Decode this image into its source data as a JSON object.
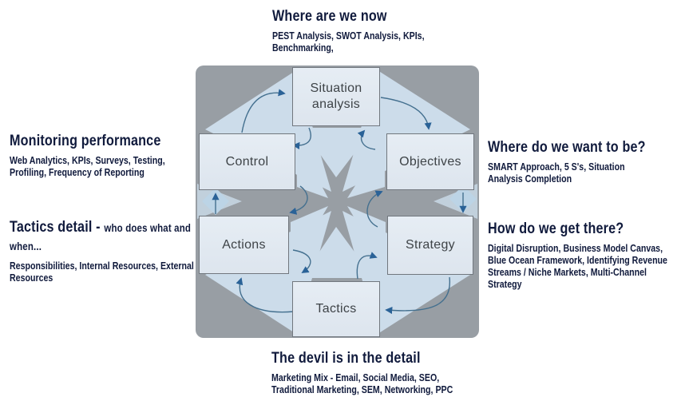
{
  "colors": {
    "navy": "#101a3c",
    "box_fill": "#dde5ee",
    "box_fill_light": "#e6edf4",
    "box_border": "#71777e",
    "box_text": "#3e4347",
    "bg_gray": "#989ea4",
    "wedge_blue": "#ccdcea",
    "diamond_blue": "#bcd4e6",
    "arrow": "#44708f",
    "arrowhead": "#2a6297"
  },
  "notes": {
    "top": {
      "title": "Where are we now",
      "lines": [
        "PEST Analysis, SWOT Analysis, KPIs,",
        "Benchmarking,"
      ]
    },
    "left_top": {
      "title": "Monitoring performance",
      "lines": [
        "Web Analytics, KPIs, Surveys, Testing,",
        "Profiling, Frequency of Reporting"
      ]
    },
    "left_bottom": {
      "title": "Tactics detail - ",
      "title_suffix": "who does what and when...",
      "lines": [
        "Responsibilities, Internal Resources, External",
        "Resources"
      ]
    },
    "right_top": {
      "title": "Where do we want to be?",
      "lines": [
        "SMART Approach, 5 S's, Situation",
        "Analysis Completion"
      ]
    },
    "right_bottom": {
      "title": "How do we get there?",
      "lines": [
        "Digital Disruption, Business Model Canvas,",
        "Blue Ocean Framework, Identifying Revenue",
        "Streams / Niche Markets, Multi-Channel",
        "Strategy"
      ]
    },
    "bottom": {
      "title": "The devil is in the detail",
      "lines": [
        "Marketing Mix - Email, Social Media, SEO,",
        "Traditional Marketing, SEM, Networking, PPC"
      ]
    }
  },
  "diagram": {
    "boxes": {
      "situation": "Situation analysis",
      "control": "Control",
      "objectives": "Objectives",
      "actions": "Actions",
      "strategy": "Strategy",
      "tactics": "Tactics"
    }
  }
}
